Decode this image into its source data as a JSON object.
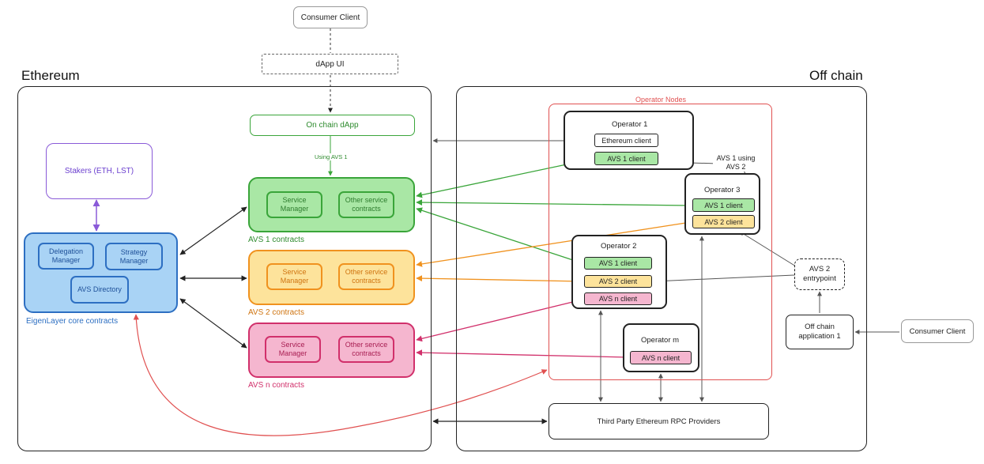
{
  "regions": {
    "ethereum": "Ethereum",
    "offchain": "Off chain",
    "operator_nodes": "Operator Nodes"
  },
  "nodes": {
    "consumer_client_top": "Consumer Client",
    "dapp_ui": "dApp UI",
    "onchain_dapp": "On chain dApp",
    "using_avs1": "Using AVS 1",
    "stakers": "Stakers (ETH, LST)",
    "delegation_manager": "Delegation Manager",
    "strategy_manager": "Strategy Manager",
    "avs_directory": "AVS Directory",
    "eigenlayer_label": "EigenLayer core contracts",
    "avs1": {
      "service_manager": "Service Manager",
      "other": "Other service contracts",
      "label": "AVS 1 contracts"
    },
    "avs2": {
      "service_manager": "Service Manager",
      "other": "Other service contracts",
      "label": "AVS 2 contracts"
    },
    "avsn": {
      "service_manager": "Service Manager",
      "other": "Other service contracts",
      "label": "AVS n contracts"
    },
    "operator1": {
      "title": "Operator 1",
      "eth_client": "Ethereum client",
      "avs1_client": "AVS 1 client"
    },
    "operator2": {
      "title": "Operator 2",
      "avs1_client": "AVS 1 client",
      "avs2_client": "AVS 2 client",
      "avsn_client": "AVS n client"
    },
    "operator3": {
      "title": "Operator 3",
      "avs1_client": "AVS 1 client",
      "avs2_client": "AVS 2 client"
    },
    "operatorm": {
      "title": "Operator m",
      "avsn_client": "AVS n client"
    },
    "avs1_using_avs2": "AVS 1 using AVS 2",
    "avs2_entrypoint": "AVS 2 entrypoint",
    "offchain_app": "Off chain application 1",
    "consumer_client_right": "Consumer Client",
    "rpc_providers": "Third Party Ethereum RPC Providers"
  },
  "colors": {
    "green": "#3aa53a",
    "green_fill": "#a9e7a5",
    "orange": "#f0921e",
    "orange_fill": "#fde39b",
    "pink": "#d1306b",
    "pink_fill": "#f5b6cf",
    "blue": "#2d6fc2",
    "blue_fill": "#a9d3f5",
    "purple": "#8a5ad8",
    "red": "#e05050"
  }
}
